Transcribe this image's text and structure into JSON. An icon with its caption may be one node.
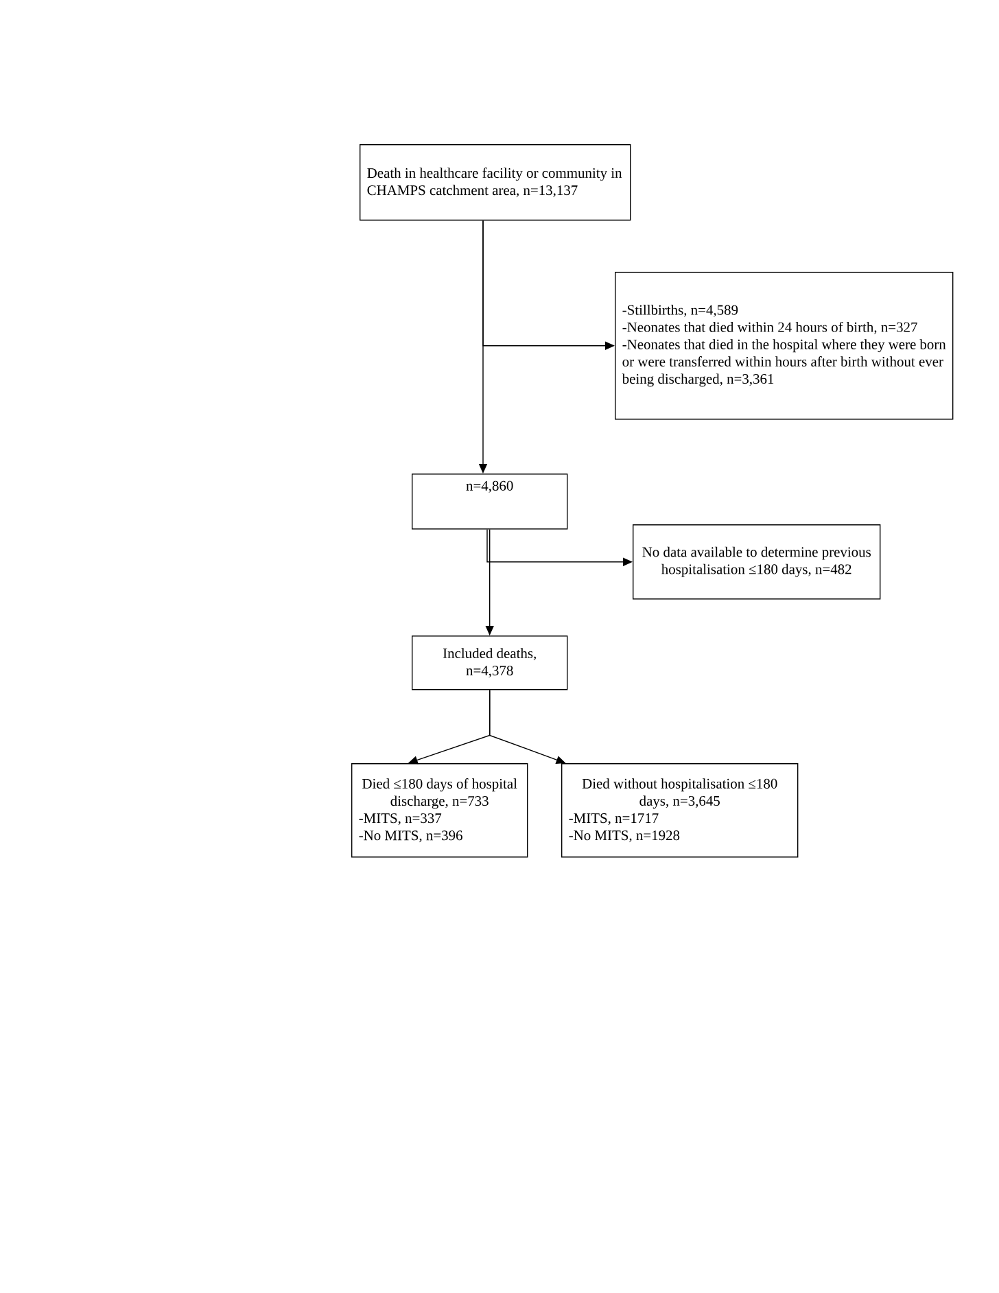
{
  "diagram": {
    "nodes": [
      {
        "text": [
          "Death in healthcare facility or community in CHAMPS catchment area, n=13,137"
        ]
      },
      {
        "text": [
          "-Stillbirths, n=4,589",
          "-Neonates that died within 24 hours of birth, n=327",
          "-Neonates that died in the hospital where they were born or were transferred within hours after birth without ever being discharged, n=3,361"
        ]
      },
      {
        "text": [
          "n=4,860"
        ]
      },
      {
        "text": [
          "No data available to determine previous hospitalisation ≤180 days, n=482"
        ]
      },
      {
        "text": [
          "Included deaths, n=4,378"
        ]
      },
      {
        "text": [
          "Died ≤180 days of hospital discharge, n=733",
          "-MITS, n=337",
          "-No MITS, n=396"
        ]
      },
      {
        "text": [
          "Died without hospitalisation ≤180 days, n=3,645",
          "-MITS, n=1717",
          "-No MITS, n=1928"
        ]
      }
    ],
    "edges": [
      {
        "from": 0,
        "to": 1,
        "arrow": "to"
      },
      {
        "from": 0,
        "to": 2,
        "arrow": "to"
      },
      {
        "from": 2,
        "to": 3,
        "arrow": "to"
      },
      {
        "from": 2,
        "to": 4,
        "arrow": "to"
      },
      {
        "from": 4,
        "to": 5,
        "arrow": "to"
      },
      {
        "from": 4,
        "to": 6,
        "arrow": "to"
      }
    ]
  }
}
